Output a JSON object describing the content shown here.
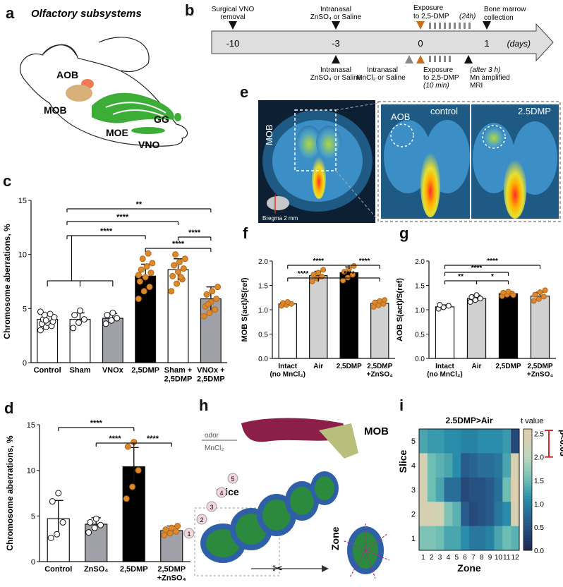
{
  "panel_labels": {
    "a": "a",
    "b": "b",
    "c": "c",
    "d": "d",
    "e": "e",
    "f": "f",
    "g": "g",
    "h": "h",
    "i": "i"
  },
  "panel_a": {
    "title": "Olfactory subsystems",
    "labels": {
      "aob": "AOB",
      "mob": "MOB",
      "moe": "MOE",
      "gg": "GG",
      "vno": "VNO"
    },
    "colors": {
      "aob": "#f07a54",
      "mob": "#d9b07a",
      "green": "#3cae38"
    }
  },
  "panel_b": {
    "ticks": [
      "-10",
      "-3",
      "0",
      "1"
    ],
    "unit": "(days)",
    "top_events": [
      {
        "line1": "Surgical VNO",
        "line2": "removal"
      },
      {
        "line1": "Intranasal",
        "line2": "ZnSO₄ or Saline"
      },
      {
        "line1": "Exposure",
        "line2": "to 2,5-DMP",
        "line2b": "(24h)"
      },
      {
        "line1": "Bone marrow",
        "line2": "collection"
      }
    ],
    "bottom_events": [
      {
        "line1": "Intranasal",
        "line2": "ZnSO₄ or Saline"
      },
      {
        "line1": "Intranasal",
        "line2": "MnCl₂ or Saline"
      },
      {
        "line1": "Exposure",
        "line2": "to 2,5-DMP",
        "line3": "(10 min)"
      },
      {
        "line1": "(after 3 h)",
        "line2": "Mn amplified",
        "line3": "MRI"
      }
    ],
    "colors": {
      "arrow_fill": "#dedede",
      "orange": "#c8701e",
      "gray": "#888888"
    }
  },
  "panel_c": {
    "chart_data": {
      "type": "bar",
      "ylabel": "Chromosome aberrations, %",
      "ylim": [
        0,
        15
      ],
      "yticks": [
        "0",
        "5",
        "10",
        "15"
      ],
      "categories": [
        "Control",
        "Sham",
        "VNOx",
        "2,5DMP",
        "Sham +\n2,5DMP",
        "VNOx +\n2,5DMP"
      ],
      "values": [
        4.0,
        4.0,
        4.1,
        8.0,
        8.6,
        5.9
      ],
      "errors": [
        0.5,
        0.6,
        0.45,
        1.1,
        1.0,
        1.1
      ],
      "bar_colors": [
        "#ffffff",
        "#ffffff",
        "#a0a0a8",
        "#000000",
        "#ffffff",
        "#a0a0a8"
      ],
      "points": [
        [
          3.0,
          3.3,
          3.4,
          3.6,
          3.7,
          3.8,
          4.0,
          4.1,
          4.2,
          4.4,
          4.5,
          4.7,
          3.9
        ],
        [
          3.2,
          3.7,
          4.0,
          4.4,
          4.8
        ],
        [
          3.6,
          3.9,
          4.1,
          4.4,
          4.6
        ],
        [
          5.9,
          6.6,
          7.0,
          7.5,
          7.9,
          8.3,
          8.6,
          8.9,
          9.2,
          9.6,
          10.1,
          8.1
        ],
        [
          6.6,
          7.3,
          7.7,
          8.0,
          8.4,
          8.7,
          9.0,
          9.3,
          9.6,
          10.0,
          7.9
        ],
        [
          4.3,
          4.6,
          4.9,
          5.2,
          5.6,
          5.9,
          6.3,
          6.6,
          7.0,
          5.4
        ]
      ],
      "point_colors": [
        "#ffffff",
        "#ffffff",
        "#ffffff",
        "#d98a2b",
        "#d98a2b",
        "#d98a2b"
      ],
      "significance": [
        "**",
        "****",
        "****",
        "****",
        "****"
      ]
    }
  },
  "panel_d": {
    "chart_data": {
      "type": "bar",
      "ylabel": "Chromosome aberrations, %",
      "ylim": [
        0,
        15
      ],
      "yticks": [
        "0",
        "5",
        "10",
        "15"
      ],
      "categories": [
        "Control",
        "ZnSO₄",
        "2,5DMP",
        "2,5DMP\n+ZnSO₄"
      ],
      "values": [
        4.7,
        4.1,
        10.4,
        3.4
      ],
      "errors": [
        2.0,
        0.7,
        2.1,
        0.5
      ],
      "bar_colors": [
        "#ffffff",
        "#a0a0a8",
        "#000000",
        "#a0a0a8"
      ],
      "points": [
        [
          2.6,
          3.0,
          4.3,
          6.6,
          7.5
        ],
        [
          3.2,
          3.7,
          4.0,
          4.3,
          4.7
        ],
        [
          6.9,
          8.2,
          10.0,
          12.6,
          13.1
        ],
        [
          2.9,
          3.1,
          3.3,
          3.5,
          3.7,
          3.9
        ]
      ],
      "point_colors": [
        "#ffffff",
        "#ffffff",
        "#d98a2b",
        "#d98a2b"
      ],
      "significance": [
        "****",
        "****",
        "****"
      ]
    }
  },
  "panel_e": {
    "labels": {
      "mob": "MOB",
      "aob": "AOB",
      "control": "control",
      "dmp": "2.5DMP",
      "bregma": "Bregma 2 mm"
    }
  },
  "panel_f": {
    "chart_data": {
      "type": "bar",
      "ylabel": "MOB S(act)/S(ref)",
      "ylim": [
        0,
        2.0
      ],
      "yticks": [
        "0.0",
        "0.5",
        "1.0",
        "1.5",
        "2.0"
      ],
      "categories": [
        "Intact\n(no MnCl₂)",
        "Air",
        "2,5DMP",
        "2,5DMP\n+ZnSO₄"
      ],
      "values": [
        1.12,
        1.7,
        1.76,
        1.13
      ],
      "errors": [
        0.04,
        0.09,
        0.12,
        0.06
      ],
      "bar_colors": [
        "#ffffff",
        "#d0d0d0",
        "#000000",
        "#d0d0d0"
      ],
      "points": [
        [
          1.08,
          1.1,
          1.12,
          1.14,
          1.16
        ],
        [
          1.58,
          1.64,
          1.68,
          1.72,
          1.76,
          1.82
        ],
        [
          1.6,
          1.66,
          1.72,
          1.78,
          1.84,
          1.9
        ],
        [
          1.06,
          1.09,
          1.12,
          1.15,
          1.18,
          1.2
        ]
      ],
      "point_colors": [
        "#d98a2b",
        "#d98a2b",
        "#d98a2b",
        "#d98a2b"
      ],
      "significance": [
        "****",
        "****",
        "****",
        "****"
      ]
    }
  },
  "panel_g": {
    "chart_data": {
      "type": "bar",
      "ylabel": "AOB S(act)/S(ref)",
      "ylim": [
        0,
        2.0
      ],
      "yticks": [
        "0.0",
        "0.5",
        "1.0",
        "1.5",
        "2.0"
      ],
      "categories": [
        "Intact\n(no MnCl₂)",
        "Air",
        "2,5DMP",
        "2,5DMP\n+ZnSO₄"
      ],
      "values": [
        1.06,
        1.23,
        1.33,
        1.28
      ],
      "errors": [
        0.04,
        0.07,
        0.05,
        0.08
      ],
      "bar_colors": [
        "#ffffff",
        "#d0d0d0",
        "#000000",
        "#d0d0d0"
      ],
      "points": [
        [
          1.02,
          1.05,
          1.08,
          1.1
        ],
        [
          1.16,
          1.2,
          1.23,
          1.26,
          1.3
        ],
        [
          1.28,
          1.31,
          1.33,
          1.35,
          1.37,
          1.3
        ],
        [
          1.18,
          1.22,
          1.27,
          1.31,
          1.36,
          1.4
        ]
      ],
      "point_colors": [
        "#ffffff",
        "#ffffff",
        "#d98a2b",
        "#d98a2b"
      ],
      "significance": [
        "****",
        "****",
        "**",
        "*"
      ]
    }
  },
  "panel_h": {
    "labels": {
      "mob": "MOB",
      "slice": "Slice",
      "zone": "Zone",
      "odor": "odor",
      "mncl": "MnCl₂"
    },
    "slice_numbers": [
      "1",
      "2",
      "3",
      "4",
      "5"
    ]
  },
  "panel_i": {
    "chart_data": {
      "type": "heatmap",
      "title": "2.5DMP>Air",
      "xlabel": "Zone",
      "ylabel": "Slice",
      "x": [
        "1",
        "2",
        "3",
        "4",
        "5",
        "6",
        "7",
        "8",
        "9",
        "10",
        "11",
        "12"
      ],
      "y": [
        "5",
        "4",
        "3",
        "2",
        "1"
      ],
      "colorbar_title": "t value",
      "colorbar_ticks": [
        "0.0",
        "0.5",
        "1.0",
        "1.5",
        "2.0",
        "2.5"
      ],
      "clim": [
        0,
        2.6
      ],
      "significance_label": "p<0.05",
      "values": [
        [
          1.3,
          1.2,
          1.2,
          1.1,
          1.1,
          1.0,
          1.0,
          1.1,
          1.1,
          1.1,
          1.2,
          0.4
        ],
        [
          2.4,
          1.5,
          1.4,
          1.3,
          1.1,
          0.6,
          0.7,
          0.8,
          0.8,
          0.9,
          1.3,
          2.4
        ],
        [
          2.4,
          1.5,
          1.3,
          0.8,
          0.8,
          0.4,
          0.5,
          0.5,
          0.6,
          0.8,
          1.5,
          2.5
        ],
        [
          2.4,
          2.4,
          2.3,
          1.6,
          1.4,
          0.6,
          0.4,
          0.5,
          0.6,
          0.9,
          1.1,
          2.4
        ],
        [
          1.6,
          1.6,
          1.5,
          1.3,
          1.3,
          1.1,
          0.9,
          0.9,
          1.0,
          1.3,
          1.5,
          1.4
        ]
      ]
    }
  }
}
